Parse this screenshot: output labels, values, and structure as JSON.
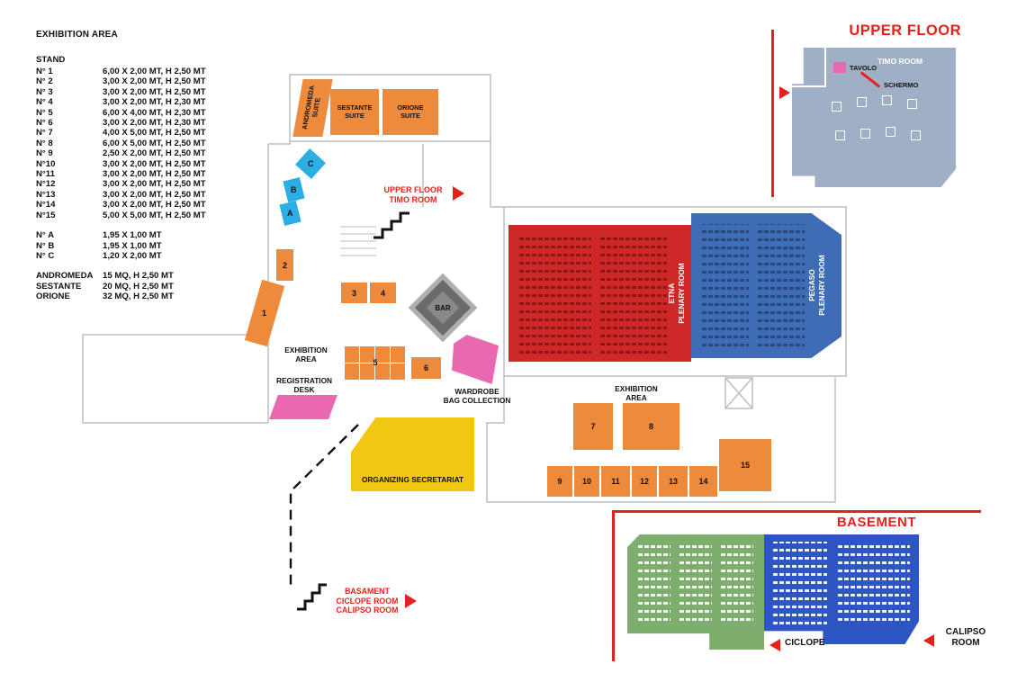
{
  "legend": {
    "title": "EXHIBITION AREA",
    "stand_header": "STAND",
    "stands": [
      {
        "label": "N° 1",
        "dims": "6,00 X 2,00 MT, H 2,50 MT"
      },
      {
        "label": "N° 2",
        "dims": "3,00 X 2,00 MT, H 2,50 MT"
      },
      {
        "label": "N° 3",
        "dims": "3,00 X 2,00 MT, H 2,50 MT"
      },
      {
        "label": "N° 4",
        "dims": "3,00 X 2,00 MT, H 2,30 MT"
      },
      {
        "label": "N° 5",
        "dims": "6,00 X 4,00 MT, H 2,30 MT"
      },
      {
        "label": "N° 6",
        "dims": "3,00 X 2,00 MT, H 2,30 MT"
      },
      {
        "label": "N° 7",
        "dims": "4,00 X 5,00 MT, H 2,50 MT"
      },
      {
        "label": "N° 8",
        "dims": "6,00 X 5,00 MT, H 2,50 MT"
      },
      {
        "label": "N° 9",
        "dims": "2,50 X 2,00 MT, H 2,50 MT"
      },
      {
        "label": "N°10",
        "dims": "3,00 X 2,00 MT, H 2,50 MT"
      },
      {
        "label": "N°11",
        "dims": "3,00 X 2,00 MT, H 2,50 MT"
      },
      {
        "label": "N°12",
        "dims": "3,00 X 2,00 MT, H 2,50 MT"
      },
      {
        "label": "N°13",
        "dims": "3,00 X 2,00 MT, H 2,50 MT"
      },
      {
        "label": "N°14",
        "dims": "3,00 X 2,00 MT, H 2,50 MT"
      },
      {
        "label": "N°15",
        "dims": "5,00 X 5,00 MT, H 2,50 MT"
      }
    ],
    "small_stands": [
      {
        "label": "N° A",
        "dims": "1,95 X 1,00 MT"
      },
      {
        "label": "N° B",
        "dims": "1,95 X 1,00 MT"
      },
      {
        "label": "N° C",
        "dims": "1,20 X 2,00 MT"
      }
    ],
    "suite_rows": [
      {
        "label": "ANDROMEDA",
        "dims": "15 MQ, H 2,50 MT"
      },
      {
        "label": "SESTANTE",
        "dims": "20 MQ, H 2,50 MT"
      },
      {
        "label": "ORIONE",
        "dims": "32 MQ, H 2,50 MT"
      }
    ]
  },
  "plan": {
    "suites": {
      "andromeda": "ANDROMEDA SUITE",
      "sestante": "SESTANTE SUITE",
      "orione": "ORIONE SUITE"
    },
    "letters": {
      "a": "A",
      "b": "B",
      "c": "C"
    },
    "numbers": [
      "1",
      "2",
      "3",
      "4",
      "5",
      "6",
      "7",
      "8",
      "9",
      "10",
      "11",
      "12",
      "13",
      "14",
      "15"
    ],
    "bar": "BAR",
    "upper_link": {
      "line1": "UPPER FLOOR",
      "line2": "TIMO ROOM"
    },
    "exhibition": {
      "line1": "EXHIBITION",
      "line2": "AREA"
    },
    "wardrobe": {
      "line1": "WARDROBE",
      "line2": "BAG COLLECTION"
    },
    "registration": {
      "line1": "REGISTRATION",
      "line2": "DESK"
    },
    "etna": {
      "line1": "ETNA",
      "line2": "PLENARY ROOM"
    },
    "pegaso": {
      "line1": "PEGASO",
      "line2": "PLENARY ROOM"
    },
    "secretariat": "ORGANIZING SECRETARIAT",
    "basement_link": {
      "line1": "BASAMENT",
      "line2": "CICLOPE ROOM",
      "line3": "CALIPSO ROOM"
    }
  },
  "upper_inset": {
    "title": "UPPER FLOOR",
    "room": "TIMO ROOM",
    "tavolo": "TAVOLO",
    "schermo": "SCHERMO"
  },
  "basement_inset": {
    "title": "BASEMENT",
    "ciclope": "CICLOPE",
    "calipso": "CALIPSO ROOM"
  },
  "colors": {
    "orange": "#EE8A3C",
    "cyan": "#2BAEE4",
    "etna_red": "#CE2828",
    "pegaso_blue": "#3F6DB5",
    "pink": "#E969B0",
    "yellow": "#F0C713",
    "basement_green": "#7DAE6E",
    "basement_blue": "#2E55C4",
    "upper_slate": "#9FAFC5",
    "accent_red": "#E4211B",
    "wall_gray": "#BDBDBD"
  }
}
